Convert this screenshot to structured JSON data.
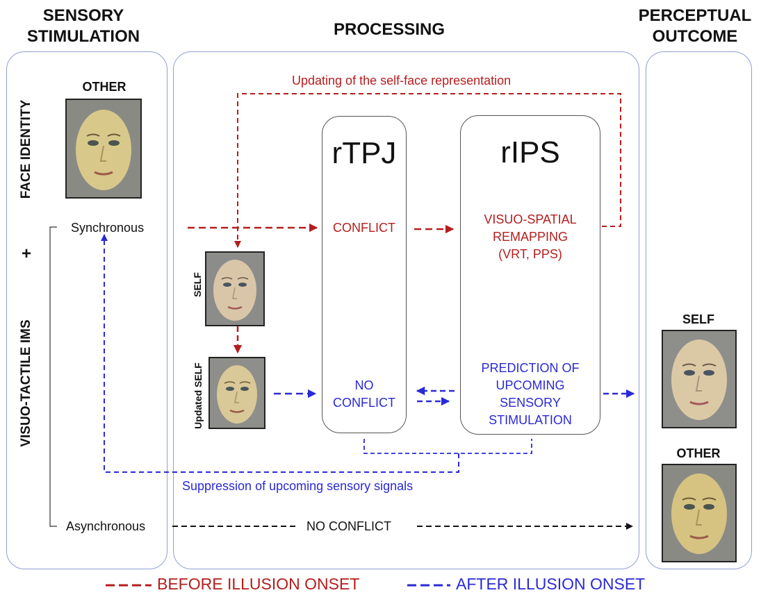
{
  "columns": {
    "sensory": "SENSORY\nSTIMULATION",
    "processing": "PROCESSING",
    "outcome": "PERCEPTUAL\nOUTCOME"
  },
  "left": {
    "face_identity": "FACE IDENTITY",
    "plus": "+",
    "visuo_tactile": "VISUO-TACTILE  IMS",
    "other_label": "OTHER",
    "synchronous": "Synchronous",
    "asynchronous": "Asynchronous"
  },
  "middle": {
    "self_label": "SELF",
    "updated_self_label": "Updated SELF",
    "updating_text": "Updating of the self-face representation",
    "suppression_text": "Suppression of upcoming sensory signals",
    "no_conflict_async": "NO CONFLICT",
    "rtpj": {
      "title": "rTPJ",
      "conflict": "CONFLICT",
      "no_conflict": "NO\nCONFLICT"
    },
    "rips": {
      "title": "rIPS",
      "remapping": "VISUO-SPATIAL\nREMAPPING\n(VRT, PPS)",
      "prediction": "PREDICTION OF\nUPCOMING\nSENSORY\nSTIMULATION"
    }
  },
  "right": {
    "self_label": "SELF",
    "other_label": "OTHER"
  },
  "legend": {
    "before": "BEFORE ILLUSION ONSET",
    "after": "AFTER ILLUSION ONSET"
  },
  "colors": {
    "before": "#b51d1d",
    "after": "#2a2ad6",
    "neutral": "#111111",
    "panel_border": "#8fa0cf"
  }
}
